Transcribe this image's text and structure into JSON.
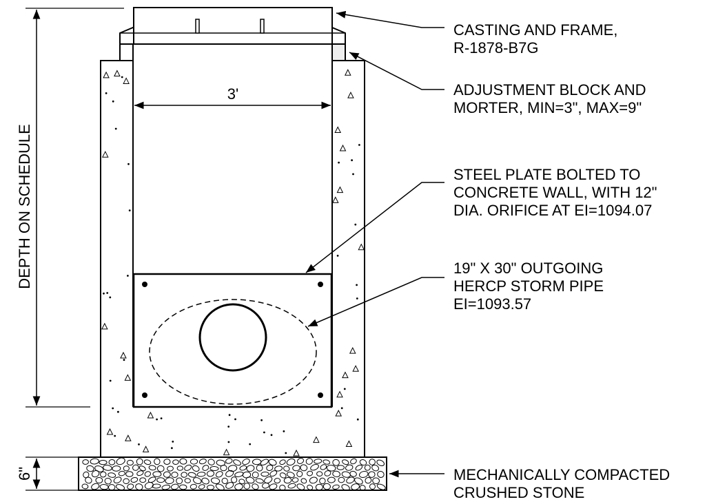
{
  "drawing": {
    "width_dimension": "3'",
    "depth_dimension": "DEPTH ON SCHEDULE",
    "base_dimension": "6\"",
    "callouts": {
      "casting": [
        "CASTING AND FRAME,",
        "R-1878-B7G"
      ],
      "adjustment": [
        "ADJUSTMENT BLOCK AND",
        "MORTER, MIN=3\", MAX=9\""
      ],
      "steel_plate": [
        "STEEL PLATE BOLTED TO",
        "CONCRETE WALL, WITH 12\"",
        "DIA. ORIFICE AT EI=1094.07"
      ],
      "pipe": [
        "19\" X 30\" OUTGOING",
        "HERCP STORM PIPE",
        "EI=1093.57"
      ],
      "stone": [
        "MECHANICALLY COMPACTED",
        "CRUSHED STONE"
      ]
    }
  }
}
